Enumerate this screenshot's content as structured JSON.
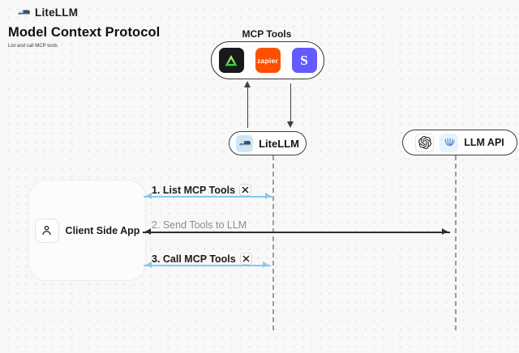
{
  "header": {
    "brand": "LiteLLM",
    "title": "Model Context Protocol",
    "subtitle": "List and call MCP tools"
  },
  "mcp_tools": {
    "label": "MCP Tools",
    "tools": [
      {
        "name": "green-triangle-tool",
        "bg": "#17191d"
      },
      {
        "name": "zapier",
        "label": "zapier",
        "bg": "#FF4F00"
      },
      {
        "name": "stripe",
        "label": "S",
        "bg": "#635BFF"
      }
    ]
  },
  "nodes": {
    "litellm": {
      "label": "LiteLLM"
    },
    "llm_api": {
      "label": "LLM API"
    },
    "client": {
      "label": "Client Side App"
    }
  },
  "flows": [
    {
      "step": "1. List MCP Tools",
      "arrow_color": "#85CBEA",
      "has_tools_icon": true,
      "from": "client",
      "to": "litellm"
    },
    {
      "step": "2. Send Tools to LLM",
      "arrow_color": "#2e2e2e",
      "has_tools_icon": false,
      "from": "client",
      "to": "llm_api"
    },
    {
      "step": "3. Call MCP Tools",
      "arrow_color": "#85CBEA",
      "has_tools_icon": true,
      "from": "client",
      "to": "litellm"
    }
  ],
  "colors": {
    "background": "#f8f8f8",
    "node_border": "#3d3d3d",
    "dashed_lifeline": "#9b9b9b",
    "blue_arrow": "#85CBEA",
    "black_arrow": "#2e2e2e",
    "zapier_orange": "#FF4F00",
    "stripe_purple": "#635BFF",
    "triangle_green": "#27c93f"
  }
}
